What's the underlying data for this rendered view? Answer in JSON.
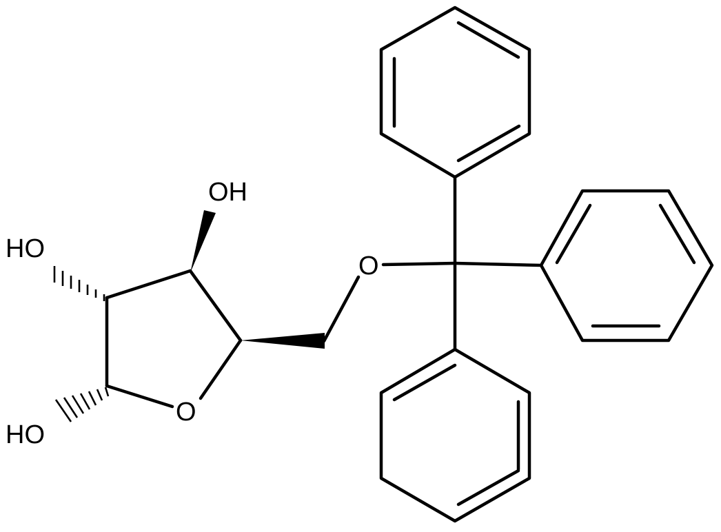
{
  "atom_labels": {
    "o_ring": "O",
    "o_ether": "O",
    "oh_c2": "HO",
    "oh_c3": "HO",
    "oh_c4": "OH"
  },
  "colors": {
    "bond": "#000000",
    "background": "#ffffff"
  }
}
